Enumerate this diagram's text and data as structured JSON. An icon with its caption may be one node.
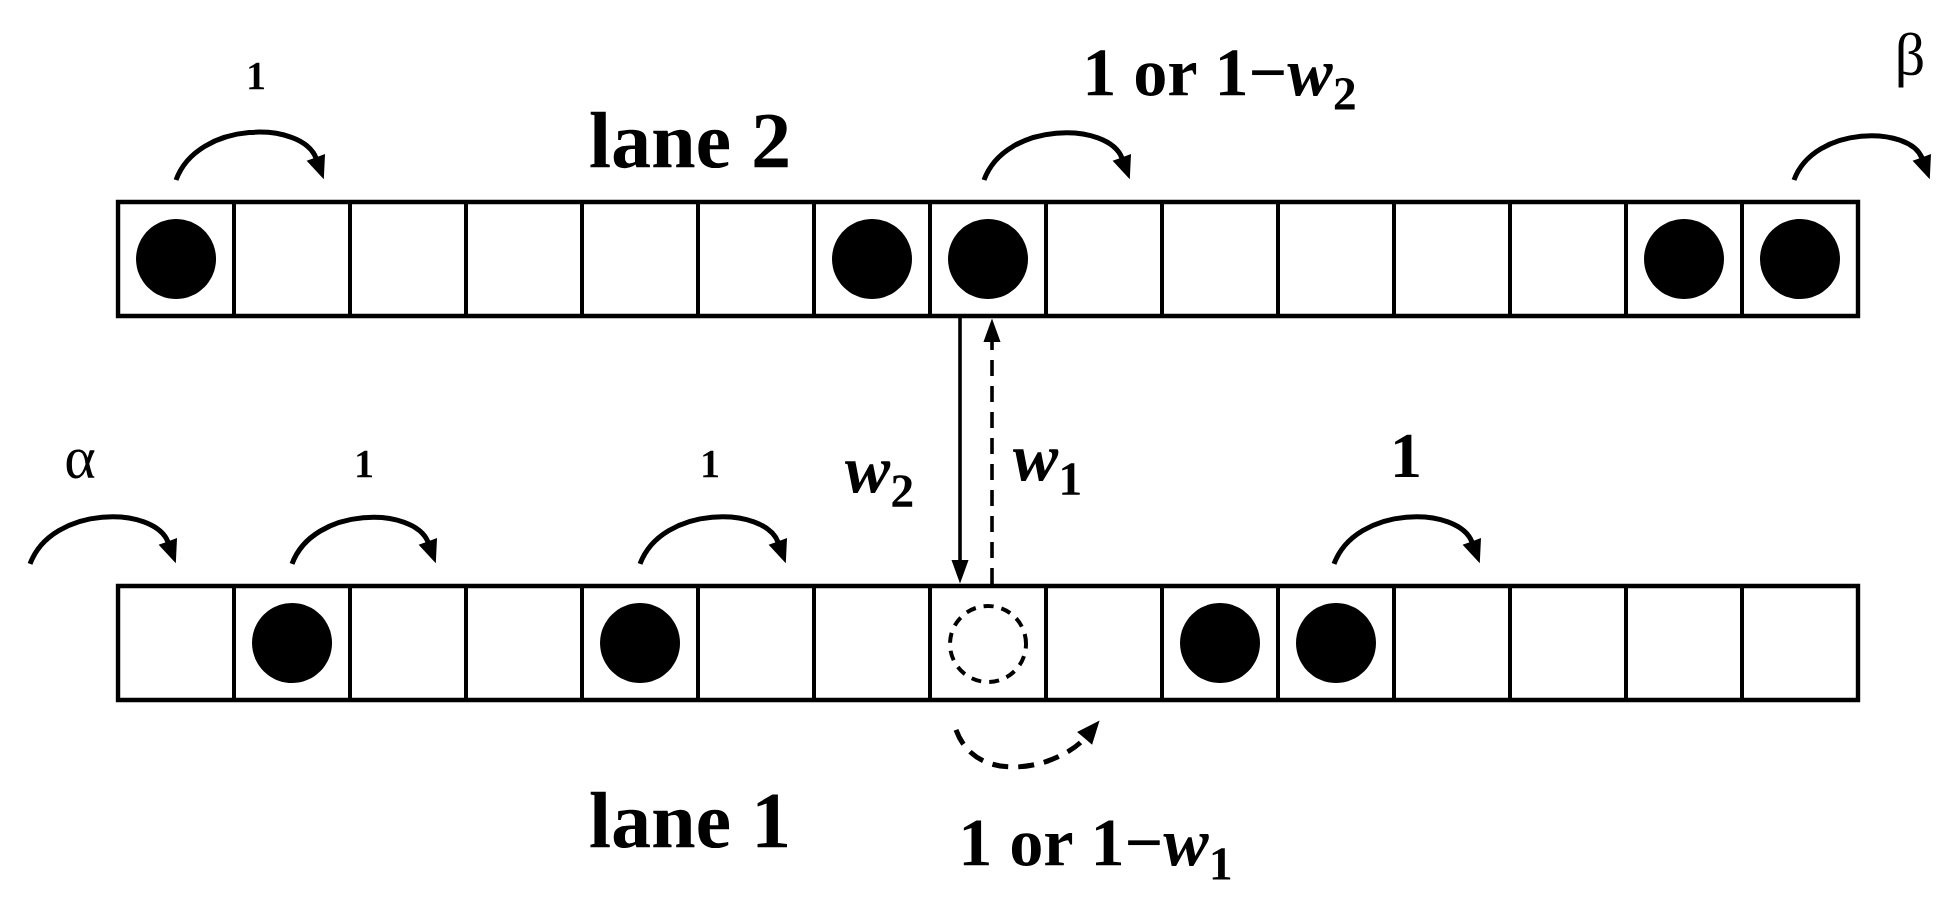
{
  "diagram": {
    "nodes": [
      {
        "text": [
          "lane 2"
        ]
      },
      {
        "text": [
          "lane 1"
        ]
      },
      {
        "text": [],
        "shape": "box",
        "in": 0
      },
      {
        "text": [],
        "shape": "box",
        "in": 1
      }
    ],
    "edges": [
      {
        "from": 2,
        "to": 3,
        "arrow": "to",
        "label": "*w*$_{2}$"
      },
      {
        "from": 3,
        "to": 2,
        "arrow": "to",
        "style": "dashed",
        "label": "*w*$_{1}$"
      }
    ],
    "labels": [
      "1",
      "1 or 1−*w*$_{2}$",
      "β",
      "α",
      "1",
      "1",
      "1",
      "1 or 1−*w*$_{1}$"
    ]
  }
}
